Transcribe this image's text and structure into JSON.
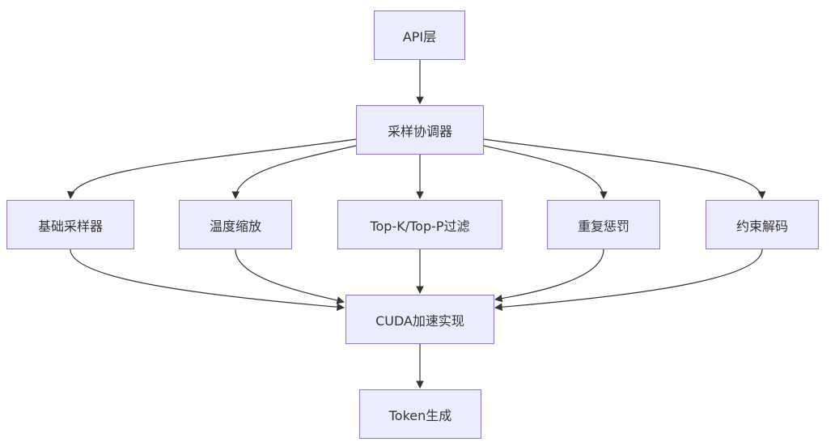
{
  "nodes": {
    "api": "API层",
    "coordinator": "采样协调器",
    "basic": "基础采样器",
    "temperature": "温度缩放",
    "topk": "Top-K/Top-P过滤",
    "penalty": "重复惩罚",
    "constrained": "约束解码",
    "cuda": "CUDA加速实现",
    "token": "Token生成"
  },
  "edges": [
    [
      "api",
      "coordinator"
    ],
    [
      "coordinator",
      "basic"
    ],
    [
      "coordinator",
      "temperature"
    ],
    [
      "coordinator",
      "topk"
    ],
    [
      "coordinator",
      "penalty"
    ],
    [
      "coordinator",
      "constrained"
    ],
    [
      "basic",
      "cuda"
    ],
    [
      "temperature",
      "cuda"
    ],
    [
      "topk",
      "cuda"
    ],
    [
      "penalty",
      "cuda"
    ],
    [
      "constrained",
      "cuda"
    ],
    [
      "cuda",
      "token"
    ]
  ],
  "colors": {
    "node_fill": "#ECECFF",
    "node_border": "#9370DB",
    "edge": "#333333",
    "text": "#333333"
  }
}
